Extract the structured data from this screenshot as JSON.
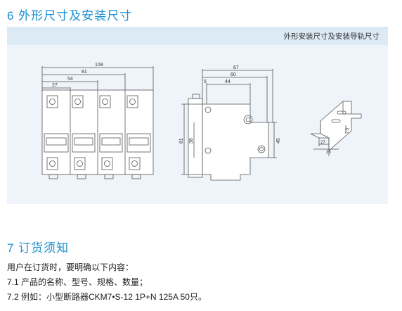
{
  "section6": {
    "title": "6 外形尺寸及安装尺寸",
    "caption": "外形安装尺寸及安装导轨尺寸",
    "front_view_dims": [
      "108",
      "81",
      "54",
      "27"
    ],
    "side_view_dims": [
      "67",
      "60",
      "44",
      "5",
      "81",
      "38",
      "45"
    ],
    "rail_dims": [
      "27",
      "35",
      "7.5"
    ]
  },
  "section7": {
    "title": "7 订货须知",
    "lines": [
      "用户在订货时，要明确以下内容：",
      "7.1 产品的名称、型号、规格、数量；",
      "7.2 例如：小型断路器CKM7•S-12  1P+N  125A 50只。"
    ]
  },
  "colors": {
    "title": "#1a8fd0",
    "band": "#eef4f9",
    "band_head": "#dceaf5"
  }
}
